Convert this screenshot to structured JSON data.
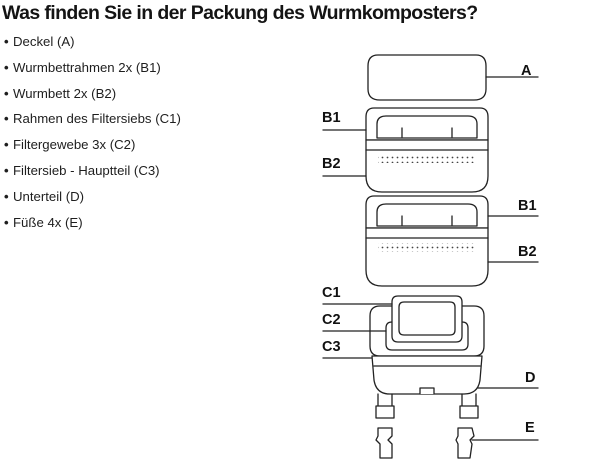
{
  "heading": "Was finden Sie in der Packung des Wurmkomposters?",
  "parts": [
    "Deckel (A)",
    "Wurmbettrahmen 2x (B1)",
    "Wurmbett 2x (B2)",
    "Rahmen des Filtersiebs (C1)",
    "Filtergewebe 3x (C2)",
    "Filtersieb - Hauptteil (C3)",
    "Unterteil (D)",
    "Füße 4x (E)"
  ],
  "bullet": "•",
  "labels": {
    "a": "A",
    "b1_top": "B1",
    "b2_top": "B2",
    "b1_mid": "B1",
    "b2_mid": "B2",
    "c1": "C1",
    "c2": "C2",
    "c3": "C3",
    "d": "D",
    "e": "E"
  }
}
